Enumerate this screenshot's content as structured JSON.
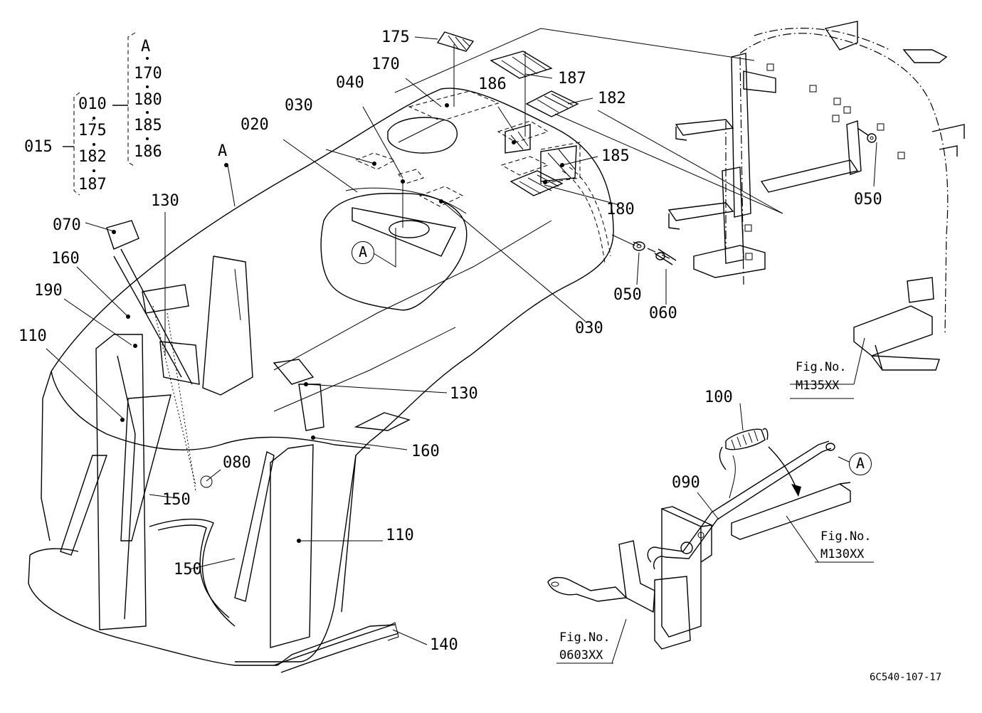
{
  "callouts": {
    "p015": "015",
    "p010": "010",
    "p175a": "175",
    "p182a": "182",
    "p187a": "187",
    "pA_group": "A",
    "p170a": "170",
    "p180a": "180",
    "p185a": "185",
    "p186a": "186",
    "pA_body": "A",
    "p175": "175",
    "p170": "170",
    "p040": "040",
    "p030a": "030",
    "p020": "020",
    "p186": "186",
    "p187": "187",
    "p182": "182",
    "p185": "185",
    "p180": "180",
    "p050a": "050",
    "p060": "060",
    "p030b": "030",
    "p050b": "050",
    "p130a": "130",
    "p070": "070",
    "p160a": "160",
    "p190": "190",
    "p110a": "110",
    "p130b": "130",
    "p160b": "160",
    "p080": "080",
    "p150a": "150",
    "p110b": "110",
    "p150b": "150",
    "p140": "140",
    "p100": "100",
    "p090": "090"
  },
  "circled_refs": {
    "a1": "A",
    "a2": "A"
  },
  "figure_refs": {
    "m135_line1": "Fig.No.",
    "m135_line2": "M135XX",
    "m130_line1": "Fig.No.",
    "m130_line2": "M130XX",
    "f0603_line1": "Fig.No.",
    "f0603_line2": "0603XX"
  },
  "drawing_id": "6C540-107-17"
}
